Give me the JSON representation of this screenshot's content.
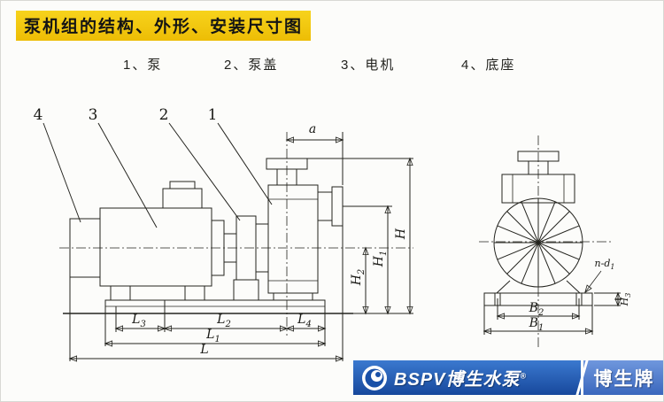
{
  "title": "泵机组的结构、外形、安装尺寸图",
  "legend": {
    "items": [
      {
        "label": "1、泵"
      },
      {
        "label": "2、泵盖"
      },
      {
        "label": "3、电机"
      },
      {
        "label": "4、底座"
      }
    ]
  },
  "callouts": {
    "c1": "1",
    "c2": "2",
    "c3": "3",
    "c4": "4"
  },
  "dimensions": {
    "a": {
      "main": "a",
      "sub": ""
    },
    "H": {
      "main": "H",
      "sub": ""
    },
    "H1": {
      "main": "H",
      "sub": "1"
    },
    "H2": {
      "main": "H",
      "sub": "2"
    },
    "H3": {
      "main": "H",
      "sub": "3"
    },
    "L": {
      "main": "L",
      "sub": ""
    },
    "L1": {
      "main": "L",
      "sub": "1"
    },
    "L2": {
      "main": "L",
      "sub": "2"
    },
    "L3": {
      "main": "L",
      "sub": "3"
    },
    "L4": {
      "main": "L",
      "sub": "4"
    },
    "B1": {
      "main": "B",
      "sub": "1"
    },
    "B2": {
      "main": "B",
      "sub": "2"
    },
    "nd1": {
      "main": "n-d",
      "sub": "1"
    }
  },
  "logo": {
    "icon": "pump-swirl-icon",
    "brand": "BSPV博生水泵",
    "registered": "®",
    "badge": "博生牌"
  },
  "colors": {
    "title_highlight": "#f0c60e",
    "logo_blue": "#1950a8",
    "badge_blue": "#4d7cce",
    "line_black": "#24241f"
  }
}
